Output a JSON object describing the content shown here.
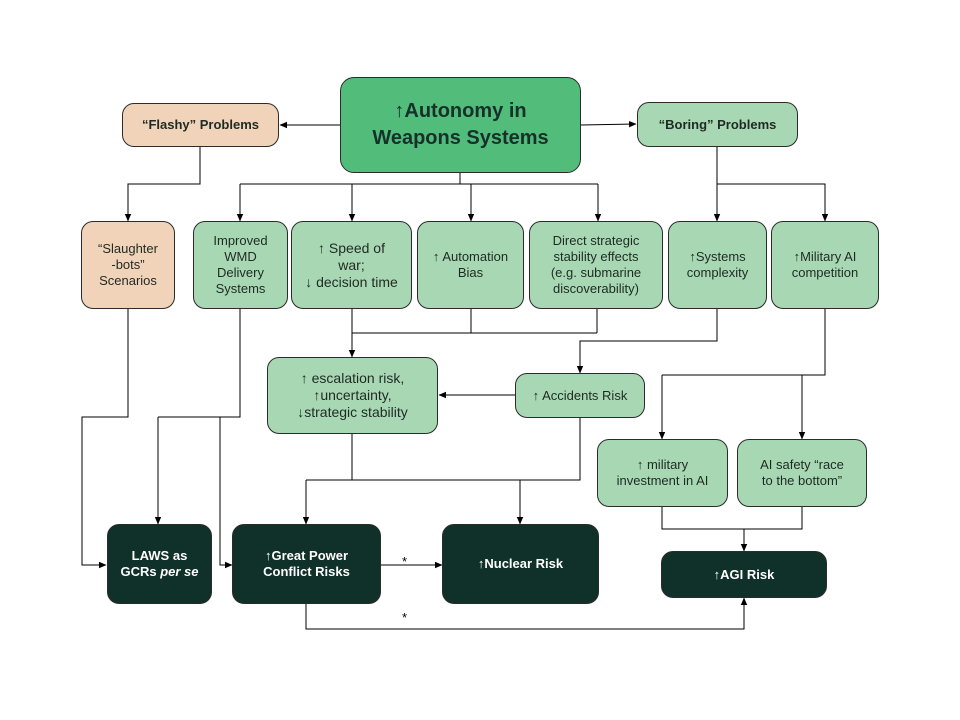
{
  "nodes": {
    "title": "↑Autonomy in\nWeapons Systems",
    "flashy": "“Flashy” Problems",
    "boring": "“Boring” Problems",
    "slaughterbots": "“Slaughter\n-bots”\nScenarios",
    "wmd": "Improved\nWMD\nDelivery\nSystems",
    "speed": "↑ Speed of\nwar;\n↓ decision time",
    "automation_bias": "↑ Automation\nBias",
    "direct_strategic": "Direct strategic\nstability effects\n(e.g. submarine\ndiscoverability)",
    "systems_complexity": "↑Systems\ncomplexity",
    "military_ai": "↑Military AI\ncompetition",
    "escalation": "↑ escalation risk,\n↑uncertainty,\n↓strategic stability",
    "accidents": "↑ Accidents  Risk",
    "military_investment": "↑ military\ninvestment in AI",
    "race_bottom": "AI safety “race\nto the bottom”",
    "laws_prefix": "LAWS as\nGCRs ",
    "laws_emph": "per se",
    "great_power": "↑Great Power\nConflict Risks",
    "nuclear": "↑Nuclear Risk",
    "agi": "↑AGI Risk"
  },
  "edge_labels": {
    "star_top": "*",
    "star_bottom": "*"
  },
  "colors": {
    "tan": "#f0d3b8",
    "light_green": "#a8d8b3",
    "medium_green": "#52bd7a",
    "dark_green": "#0f3129"
  }
}
